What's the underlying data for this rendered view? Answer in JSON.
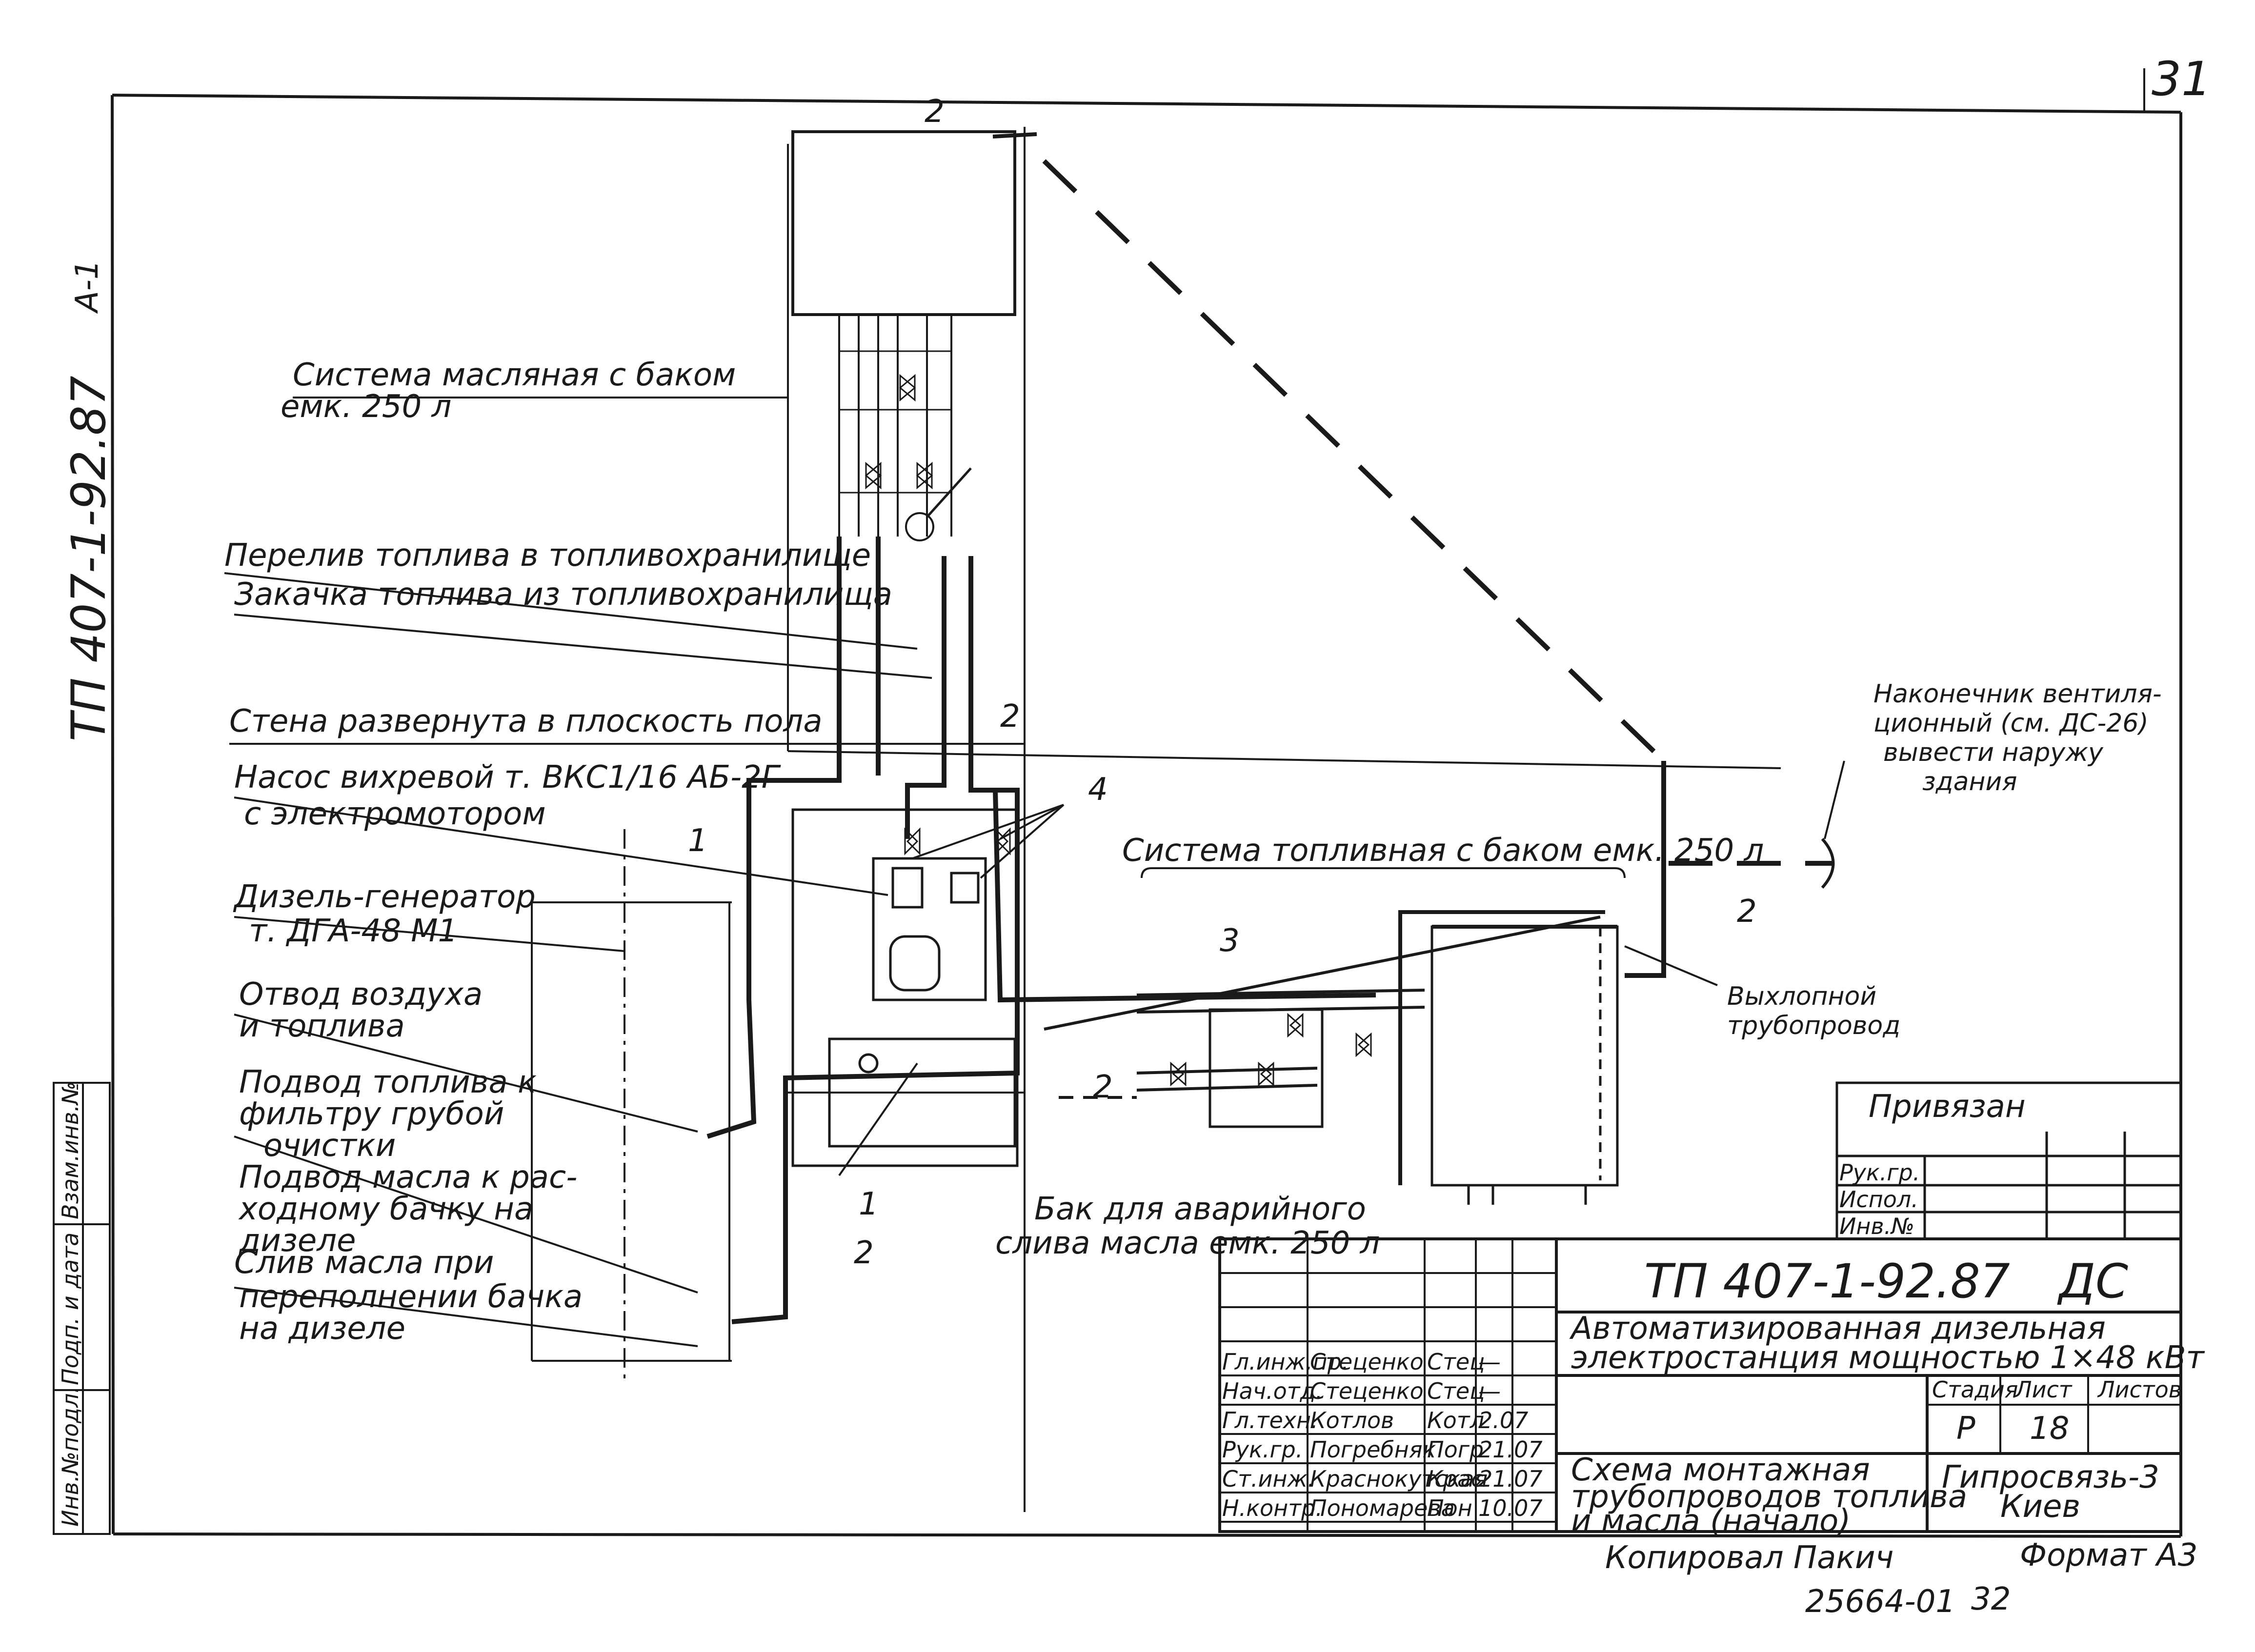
{
  "page_number": "31",
  "side": {
    "code": "ТП 407-1-92.87",
    "sheet_mark": "А-1",
    "stamp_cells": [
      "Инв.№подл.",
      "Подп. и дата",
      "Взам.инв.№"
    ]
  },
  "labels": {
    "oil_system": [
      "Система масляная с баком",
      "емк. 250 л"
    ],
    "fuel_overflow": "Перелив топлива в топливохранилище",
    "fuel_pumping": "Закачка топлива из топливохранилища",
    "wall": "Стена развернута в плоскость пола",
    "pump": [
      "Насос вихревой т. ВКС1/16 АБ-2Г",
      "с электромотором"
    ],
    "diesel": [
      "Дизель-генератор",
      "т. ДГА-48 М1"
    ],
    "air_fuel": [
      "Отвод воздуха",
      "и топлива"
    ],
    "fuel_supply": [
      "Подвод топлива к",
      "фильтру грубой",
      "очистки"
    ],
    "oil_supply": [
      "Подвод масла к рас-",
      "ходному бачку на",
      "дизеле"
    ],
    "oil_drain": [
      "Слив масла при",
      "переполнении бачка",
      "на дизеле"
    ],
    "emergency_tank": [
      "Бак для аварийного",
      "слива масла емк. 250 л"
    ],
    "fuel_system": "Система топливная с баком емк. 250 л",
    "vent_tip": [
      "Наконечник вентиля-",
      "ционный (см. ДС-26)",
      "вывести наружу",
      "здания"
    ],
    "exhaust": [
      "Выхлопной",
      "трубопровод"
    ]
  },
  "callouts": {
    "n1a": "1",
    "n1b": "1",
    "n2_top": "2",
    "n2_mid": "2",
    "n2_low": "2",
    "n2_bottom": "2",
    "n2_right": "2",
    "n3": "3",
    "n4": "4"
  },
  "privyazan": {
    "title": "Привязан",
    "rows": [
      "Рук.гр.",
      "Испол.",
      "Инв.№"
    ]
  },
  "title_block": {
    "doc_code": "ТП 407-1-92.87",
    "doc_mark": "ДС",
    "project_title": [
      "Автоматизированная дизельная",
      "электростанция мощностью 1×48 кВт"
    ],
    "drawing_title": [
      "Схема монтажная",
      "трубопроводов топлива",
      "и масла (начало)"
    ],
    "organization": [
      "Гипросвязь-3",
      "Киев"
    ],
    "stage_header": "Стадия",
    "sheet_header": "Лист",
    "sheets_header": "Листов",
    "stage": "Р",
    "sheet": "18",
    "sheets": "",
    "signatures": [
      {
        "role": "Гл.инж.пр.",
        "name": "Стеценко",
        "sign": "Стец",
        "date": "—"
      },
      {
        "role": "Нач.отд.",
        "name": "Стеценко",
        "sign": "Стец",
        "date": "—"
      },
      {
        "role": "Гл.техн.",
        "name": "Котлов",
        "sign": "Котл",
        "date": "2.07"
      },
      {
        "role": "Рук.гр.",
        "name": "Погребняк",
        "sign": "Погр",
        "date": "21.07"
      },
      {
        "role": "Ст.инж.",
        "name": "Краснокутская",
        "sign": "Крас",
        "date": "21.07"
      },
      {
        "role": "Н.контр.",
        "name": "Пономарева",
        "sign": "Пон",
        "date": "10.07"
      }
    ]
  },
  "footer": {
    "copied": "Копировал Пакич",
    "format": "Формат А3",
    "inventory": "25664-01",
    "page": "32"
  }
}
